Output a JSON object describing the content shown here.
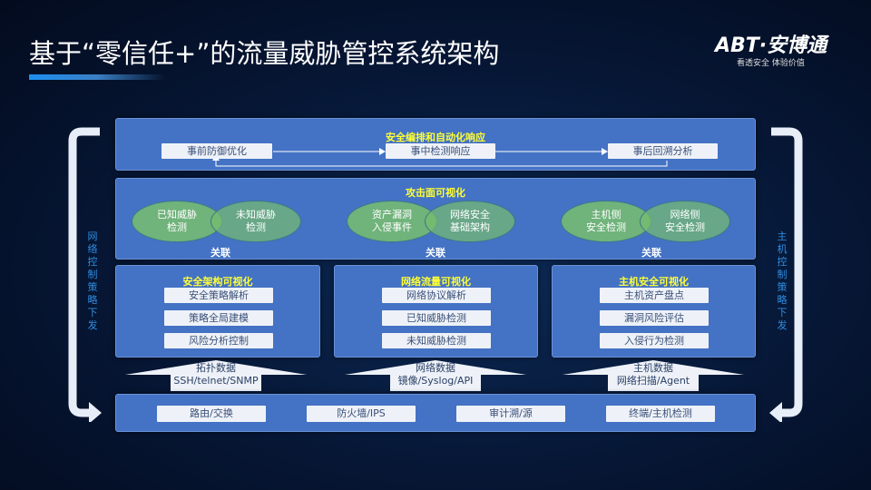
{
  "header": {
    "title": "基于“零信任+”的流量威胁管控系统架构",
    "logo": "ABT·安博通",
    "slogan": "看透安全 体验价值"
  },
  "side": {
    "left": "网络控制策略下发",
    "right": "主机控制策略下发"
  },
  "orchestration": {
    "title": "安全编排和自动化响应",
    "steps": [
      "事前防御优化",
      "事中检测响应",
      "事后回溯分析"
    ]
  },
  "attack_surface": {
    "title": "攻击面可视化",
    "relation_label": "关联",
    "groups": [
      [
        "已知威胁\n检测",
        "未知威胁\n检测"
      ],
      [
        "资产漏洞\n入侵事件",
        "网络安全\n基础架构"
      ],
      [
        "主机侧\n安全检测",
        "网络侧\n安全检测"
      ]
    ]
  },
  "modules": [
    {
      "title": "安全架构可视化",
      "items": [
        "安全策略解析",
        "策略全局建模",
        "风险分析控制"
      ]
    },
    {
      "title": "网络流量可视化",
      "items": [
        "网络协议解析",
        "已知威胁检测",
        "未知威胁检测"
      ]
    },
    {
      "title": "主机安全可视化",
      "items": [
        "主机资产盘点",
        "漏洞风险评估",
        "入侵行为检测"
      ]
    }
  ],
  "data_sources": [
    {
      "line1": "拓扑数据",
      "line2": "SSH/telnet/SNMP"
    },
    {
      "line1": "网络数据",
      "line2": "镜像/Syslog/API"
    },
    {
      "line1": "主机数据",
      "line2": "网络扫描/Agent"
    }
  ],
  "infrastructure": [
    "路由/交换",
    "防火墙/IPS",
    "审计溯/源",
    "终端/主机检测"
  ]
}
